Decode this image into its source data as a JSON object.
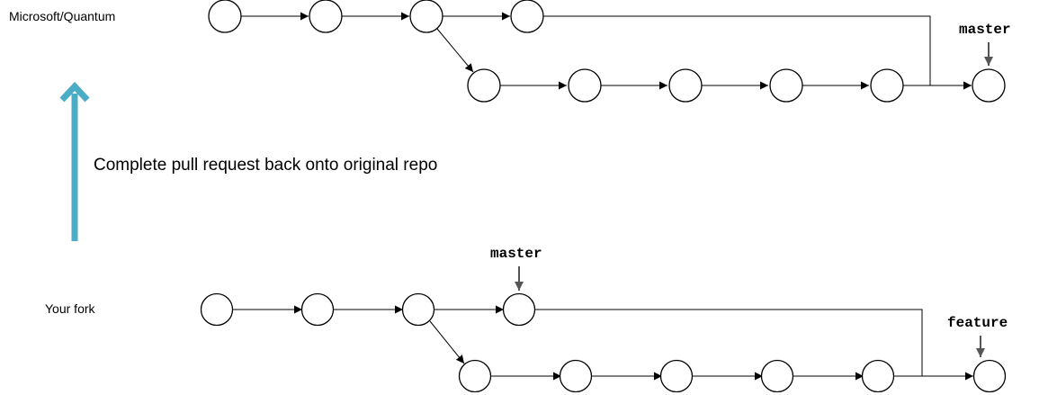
{
  "repos": {
    "upstream": {
      "name": "Microsoft/Quantum",
      "branch_label": "master"
    },
    "fork": {
      "name": "Your fork",
      "master_label": "master",
      "feature_label": "feature"
    }
  },
  "caption": "Complete pull request back onto original repo",
  "colors": {
    "accent_arrow": "#4bacc6",
    "commit_stroke": "#000000",
    "pointer": "#555555"
  }
}
